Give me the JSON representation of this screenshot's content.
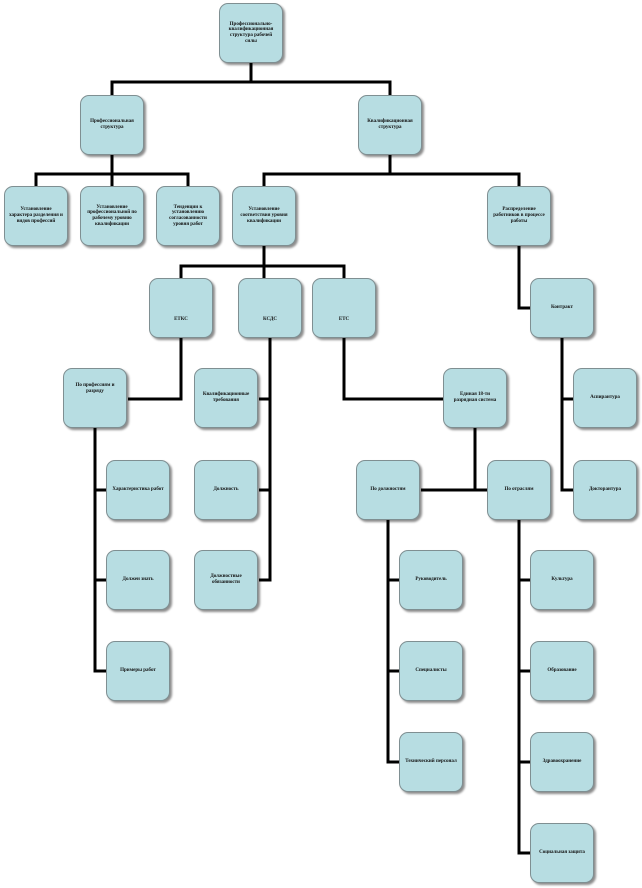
{
  "nodes": {
    "root": "Профессионально-квалификационная структура рабочей силы",
    "prof": "Профессиональная структура",
    "qual": "Квалификационная структура",
    "p1": "Установление характера разделения и видов профессий",
    "p2": "Установление профессиональной по рабочему уровню квалификации",
    "p3": "Тенденции к установлению согласованности уровня работ",
    "q1": "Установление соответствия уровня квалификации",
    "q2": "Распределение работников в процессе работы",
    "eks": "ЕТКС",
    "kdl": "КСДС",
    "ets": "ЕТС",
    "byprof": "По профессиям и разряду",
    "charwork": "Характеристика работ",
    "mustknow": "Должен знать",
    "examples": "Примеры работ",
    "qualreq": "Квалификационные требования",
    "duties": "Должность",
    "jobduties": "Должностные обязанности",
    "grid": "Единая 18-ти разрядная система",
    "bypos": "По должностям",
    "bybranch": "По отраслям",
    "heads": "Руководитель",
    "specs": "Специалисты",
    "tech": "Технический персонал",
    "culture": "Культура",
    "edu": "Образование",
    "health": "Здравоохранение",
    "social": "Социальная защита",
    "bonus": "Контракт",
    "aspir": "Аспирантура",
    "doct": "Докторантура"
  },
  "colors": {
    "node_fill": "#b7dde2",
    "node_border": "#7f8f92",
    "connector": "#000000"
  }
}
